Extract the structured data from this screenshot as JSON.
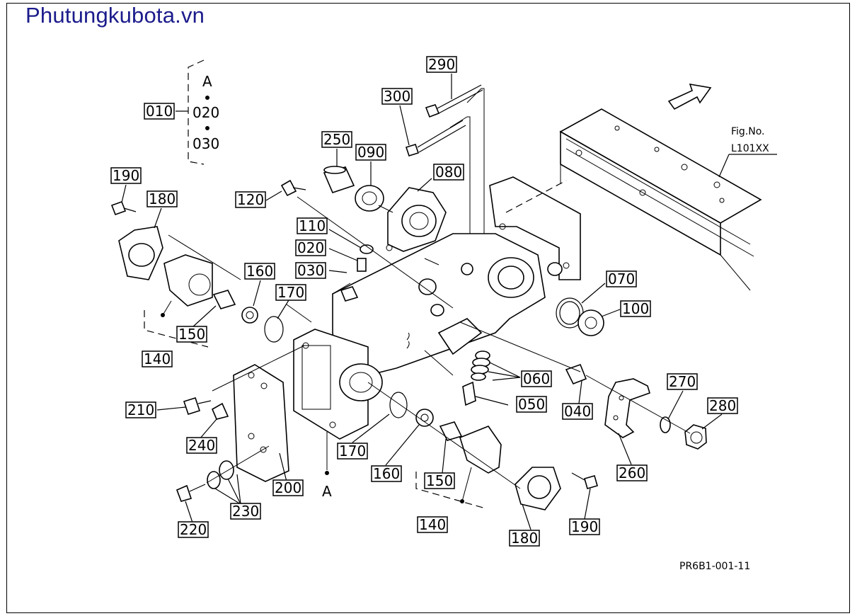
{
  "watermark": "Phutungkubota.vn",
  "figure_ref": {
    "line1": "Fig.No.",
    "line2": "L101XX"
  },
  "drawing_code": "PR6B1-001-11",
  "group": {
    "letter": "A",
    "parent": "010",
    "child1": "020",
    "child2": "030"
  },
  "ref_a": "A",
  "callouts": {
    "c290": "290",
    "c300": "300",
    "c250": "250",
    "c090": "090",
    "c080": "080",
    "c120": "120",
    "c110": "110",
    "c020": "020",
    "c030": "030",
    "c190a": "190",
    "c180a": "180",
    "c160a": "160",
    "c170a": "170",
    "c150a": "150",
    "c140a": "140",
    "c070": "070",
    "c100": "100",
    "c060": "060",
    "c050": "050",
    "c040": "040",
    "c270": "270",
    "c280": "280",
    "c260": "260",
    "c210": "210",
    "c240": "240",
    "c200": "200",
    "c170b": "170",
    "c160b": "160",
    "c150b": "150",
    "c140b": "140",
    "c180b": "180",
    "c190b": "190",
    "c220": "220",
    "c230": "230"
  }
}
